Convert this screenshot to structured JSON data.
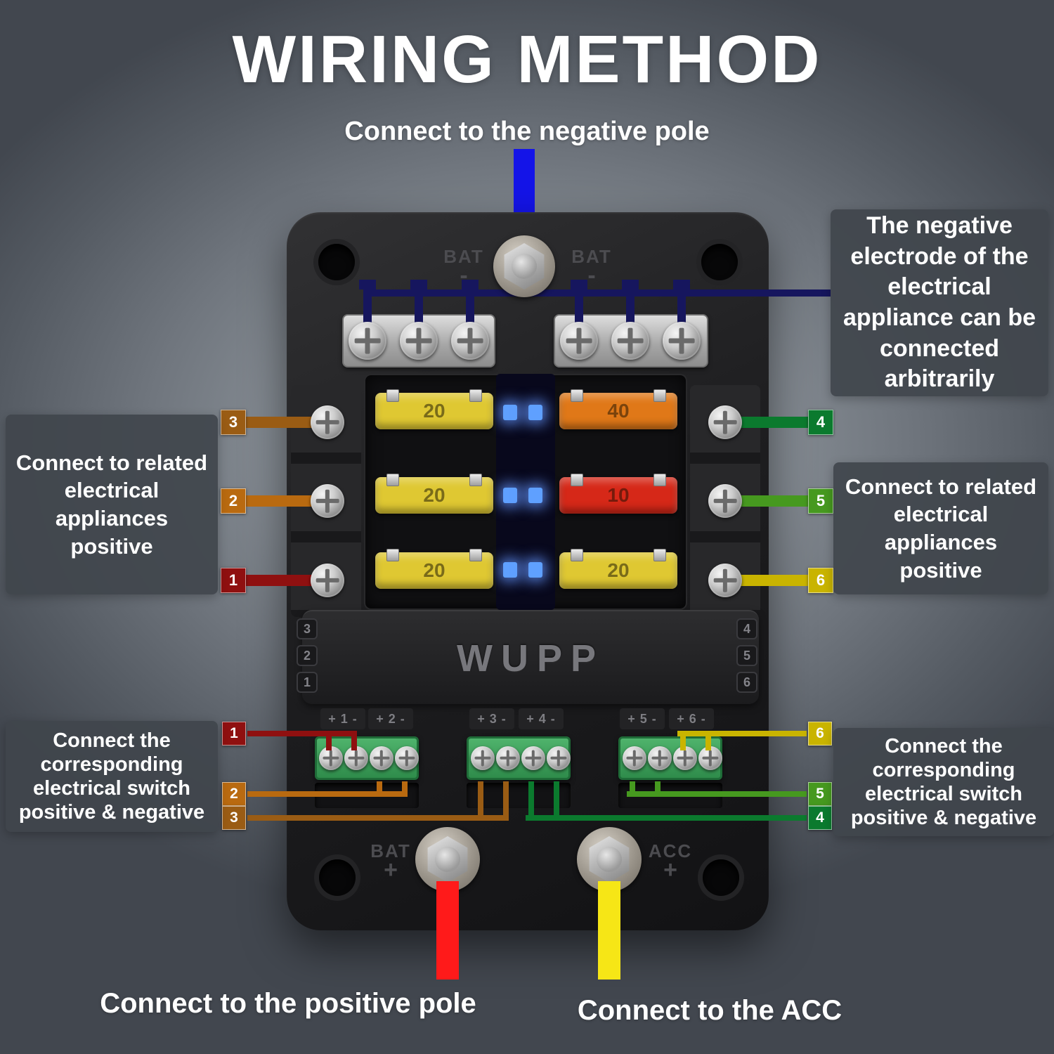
{
  "title": "WIRING METHOD",
  "notes": {
    "negative_pole": "Connect to the negative pole",
    "negative_electrode": "The negative electrode of the electrical appliance can be connected arbitrarily",
    "left_appliances": "Connect to related electrical appliances positive",
    "right_appliances": "Connect to related electrical appliances positive",
    "left_switch": "Connect the corresponding electrical switch positive & negative",
    "right_switch": "Connect the corresponding electrical switch positive & negative",
    "positive_pole": "Connect to the positive pole",
    "acc": "Connect to the ACC"
  },
  "device": {
    "brand": "WUPP",
    "terminals": {
      "top_left": {
        "name": "BAT",
        "sign": "-"
      },
      "top_right": {
        "name": "BAT",
        "sign": "-"
      },
      "bottom_left": {
        "name": "BAT",
        "sign": "+"
      },
      "bottom_right": {
        "name": "ACC",
        "sign": "+"
      }
    },
    "fuses": {
      "left": [
        {
          "value": "20"
        },
        {
          "value": "20"
        },
        {
          "value": "20"
        }
      ],
      "right": [
        {
          "value": "40"
        },
        {
          "value": "10"
        },
        {
          "value": "20"
        }
      ]
    },
    "ports": {
      "left": [
        "3",
        "2",
        "1"
      ],
      "right": [
        "4",
        "5",
        "6"
      ]
    },
    "cover_numbers": {
      "left": [
        "3",
        "2",
        "1"
      ],
      "right": [
        "4",
        "5",
        "6"
      ]
    },
    "terminal_plates": [
      "+ 1 -",
      "+ 2 -",
      "+ 3 -",
      "+ 4 -",
      "+ 5 -",
      "+ 6 -"
    ]
  },
  "switch_badges": {
    "left": [
      "1",
      "2",
      "3"
    ],
    "right": [
      "6",
      "5",
      "4"
    ]
  },
  "colors": {
    "wire-blue": "#1414e8",
    "wire-navy": "#16165e",
    "wire-red": "#ff1a1a",
    "wire-yellow": "#f6e616",
    "c1": "#8f1010",
    "c2": "#b96a10",
    "c3": "#9a5c14",
    "c4": "#0b7a2e",
    "c5": "#46991f",
    "c6": "#c9b400",
    "led-blue": "#5fa0ff",
    "fuse-yellow": "#dfc832",
    "fuse-orange": "#e07818",
    "fuse-red": "#d62818"
  }
}
